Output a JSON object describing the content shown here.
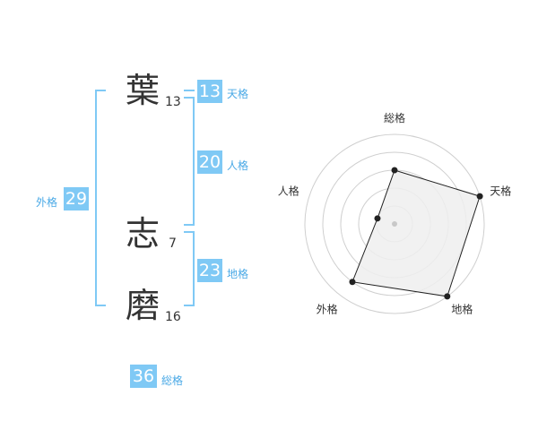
{
  "characters": [
    {
      "char": "葉",
      "strokes": "13"
    },
    {
      "char": "志",
      "strokes": "7"
    },
    {
      "char": "磨",
      "strokes": "16"
    }
  ],
  "kakusu": {
    "tenkaku": {
      "label": "天格",
      "value": "13"
    },
    "jinkaku": {
      "label": "人格",
      "value": "20"
    },
    "chikaku": {
      "label": "地格",
      "value": "23"
    },
    "gaikaku": {
      "label": "外格",
      "value": "29"
    },
    "soukaku": {
      "label": "総格",
      "value": "36"
    }
  },
  "colors": {
    "accent": "#7fc9f5",
    "label": "#4aa9e6",
    "polygon_fill": "#eeeeee",
    "polygon_stroke": "#222222"
  },
  "chart_data": {
    "type": "radar",
    "axes": [
      "総格",
      "天格",
      "地格",
      "外格",
      "人格"
    ],
    "values": [
      3,
      5,
      5,
      4,
      1
    ],
    "max": 5,
    "grid_rings": 5
  }
}
